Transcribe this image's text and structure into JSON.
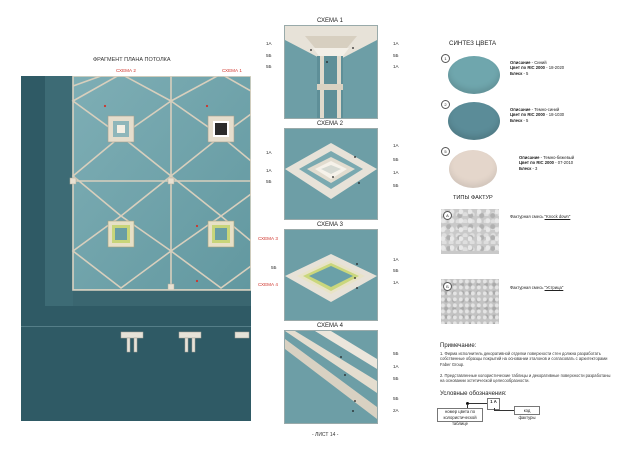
{
  "plan": {
    "title": "ФРАГМЕНТ ПЛАНА ПОТОЛКА",
    "scheme2_label": "СХЕМА 2",
    "scheme1_label": "СХЕМА 1",
    "scheme3_label": "СХЕМА 3",
    "scheme4_label": "СХЕМА 4"
  },
  "schemes": [
    {
      "title": "СХЕМА 1",
      "left_codes": [
        "1А",
        "5Б",
        "5Б"
      ],
      "right_codes": [
        "1А",
        "5Б",
        "1А"
      ]
    },
    {
      "title": "СХЕМА 2",
      "left_codes": [
        "1А",
        "1А",
        "5Б"
      ],
      "right_codes": [
        "1А",
        "5Б",
        "1А",
        "5Б"
      ]
    },
    {
      "title": "СХЕМА 3",
      "left_codes": [
        "5Б"
      ],
      "right_codes": [
        "1А",
        "5Б",
        "1А"
      ]
    },
    {
      "title": "СХЕМА 4",
      "left_codes": [],
      "right_codes": [
        "5Б",
        "1А",
        "5Б",
        "5Б",
        "2А"
      ]
    }
  ],
  "color_synthesis": {
    "title": "СИНТЕЗ ЦВЕТА",
    "colors": [
      {
        "num": "1",
        "hex": "#6fa6ad",
        "desc_label": "Описание",
        "desc": " - Синий",
        "ric_label": "Цвет по RIC 2000",
        "ric": " - 18-2020",
        "gloss_label": "Блеск",
        "gloss": " - 5"
      },
      {
        "num": "2",
        "hex": "#5b8c98",
        "desc_label": "Описание",
        "desc": " - Темно-синий",
        "ric_label": "Цвет по RIC 2000",
        "ric": " - 18-1030",
        "gloss_label": "Блеск",
        "gloss": " - 5"
      },
      {
        "num": "5",
        "hex": "#e4d6cb",
        "desc_label": "Описание",
        "desc": " - Темно-бежевый",
        "ric_label": "Цвет по RIC 2000",
        "ric": " - 07-2010",
        "gloss_label": "Блеск",
        "gloss": " - 3"
      }
    ]
  },
  "textures": {
    "title": "ТИПЫ ФАКТУР",
    "items": [
      {
        "letter": "А",
        "label": "Фактурная смесь ",
        "name": "\"Knock down\""
      },
      {
        "letter": "Б",
        "label": "Фактурная смесь ",
        "name": "\"Устрица\""
      }
    ]
  },
  "notes": {
    "title": "Примечание:",
    "items": [
      "1. Фирма исполнитель декоративной отделки поверхности стен должна разработать собственные образцы покрытий на основании эталонов и согласовать с архитекторами Faber Group.",
      "2. Представленные колористические таблицы и декоративные поверхности разработаны на основании эстетической целесообразности."
    ]
  },
  "legend": {
    "title": "Условные обозначения:",
    "code_sample": "1 А",
    "color_number_caption": "номер цвета по колористической таблице",
    "texture_caption": "код фактуры"
  },
  "footer": {
    "sheet": "- ЛИСТ 14 -"
  },
  "palette": {
    "teal": "#6fa2a8",
    "teal_dark": "#3f6e78",
    "border": "#2d5560"
  }
}
